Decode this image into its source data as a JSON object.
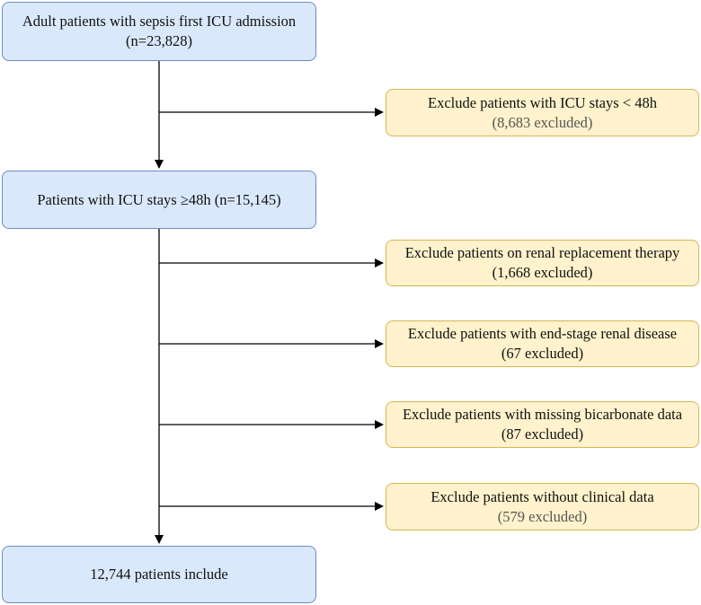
{
  "flowchart": {
    "start": {
      "line1": "Adult patients with sepsis first ICU admission",
      "line2": "(n=23,828)"
    },
    "middle": {
      "line1": "Patients with ICU stays ≥48h (n=15,145)"
    },
    "end": {
      "line1": "12,744 patients include"
    },
    "exclusions": [
      {
        "line1": "Exclude patients with ICU stays  < 48h",
        "line2": "(8,683 excluded)"
      },
      {
        "line1": "Exclude patients on renal replacement therapy",
        "line2": "(1,668 excluded)"
      },
      {
        "line1": "Exclude patients with end-stage renal disease",
        "line2": "(67 excluded)"
      },
      {
        "line1": "Exclude patients with missing bicarbonate data",
        "line2": "(87 excluded)"
      },
      {
        "line1": "Exclude patients without clinical data",
        "line2": "(579 excluded)"
      }
    ],
    "colors": {
      "main_fill": "#dae8fc",
      "main_border": "#6c8ebf",
      "exclude_fill": "#fff2cc",
      "exclude_border": "#d6b656",
      "arrow": "#000000"
    }
  }
}
